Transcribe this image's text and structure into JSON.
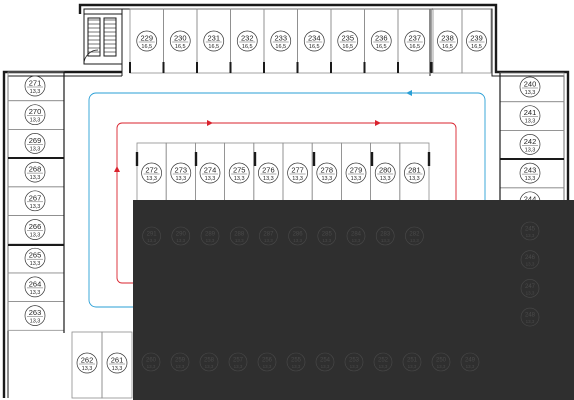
{
  "colors": {
    "wall": "#1a1a1a",
    "cell_line": "#8c8c8c",
    "route_blue": "#2a9fd6",
    "route_red": "#d9232e",
    "overlay": "#2f2f2f",
    "ghost": "#4a4a4a"
  },
  "spots_top": [
    {
      "num": "229",
      "area": "16,5"
    },
    {
      "num": "230",
      "area": "16,5"
    },
    {
      "num": "231",
      "area": "16,5"
    },
    {
      "num": "232",
      "area": "16,5"
    },
    {
      "num": "233",
      "area": "16,5"
    },
    {
      "num": "234",
      "area": "16,5"
    },
    {
      "num": "235",
      "area": "16,5"
    },
    {
      "num": "236",
      "area": "16,5"
    },
    {
      "num": "237",
      "area": "16,5"
    },
    {
      "num": "238",
      "area": "16,5"
    },
    {
      "num": "239",
      "area": "16,5"
    }
  ],
  "spots_left": [
    {
      "num": "271",
      "area": "13,3"
    },
    {
      "num": "270",
      "area": "13,3"
    },
    {
      "num": "269",
      "area": "13,3"
    },
    {
      "num": "268",
      "area": "13,3"
    },
    {
      "num": "267",
      "area": "13,3"
    },
    {
      "num": "266",
      "area": "13,3"
    },
    {
      "num": "265",
      "area": "13,3"
    },
    {
      "num": "264",
      "area": "13,3"
    },
    {
      "num": "263",
      "area": "13,3"
    }
  ],
  "spots_right": [
    {
      "num": "240",
      "area": "13,3"
    },
    {
      "num": "241",
      "area": "13,3"
    },
    {
      "num": "242",
      "area": "13,3"
    },
    {
      "num": "243",
      "area": "13,3"
    },
    {
      "num": "244",
      "area": "13,3"
    }
  ],
  "spots_center": [
    {
      "num": "272",
      "area": "13,3"
    },
    {
      "num": "273",
      "area": "13,3"
    },
    {
      "num": "274",
      "area": "13,3"
    },
    {
      "num": "275",
      "area": "13,3"
    },
    {
      "num": "276",
      "area": "13,3"
    },
    {
      "num": "277",
      "area": "13,3"
    },
    {
      "num": "278",
      "area": "13,3"
    },
    {
      "num": "279",
      "area": "13,3"
    },
    {
      "num": "280",
      "area": "13,3"
    },
    {
      "num": "281",
      "area": "13,3"
    }
  ],
  "spots_bottom_left": [
    {
      "num": "262",
      "area": "13,3"
    },
    {
      "num": "261",
      "area": "13,3"
    }
  ],
  "ghost_center_lower": [
    {
      "num": "291",
      "area": "13,3"
    },
    {
      "num": "290",
      "area": "13,3"
    },
    {
      "num": "289",
      "area": "13,3"
    },
    {
      "num": "288",
      "area": "13,3"
    },
    {
      "num": "287",
      "area": "13,3"
    },
    {
      "num": "286",
      "area": "13,3"
    },
    {
      "num": "285",
      "area": "13,3"
    },
    {
      "num": "284",
      "area": "13,3"
    },
    {
      "num": "283",
      "area": "13,3"
    },
    {
      "num": "282",
      "area": "13,3"
    }
  ],
  "ghost_right": [
    {
      "num": "245",
      "area": "13,3"
    },
    {
      "num": "246",
      "area": "13,3"
    },
    {
      "num": "247",
      "area": "13,3"
    },
    {
      "num": "248",
      "area": "13,3"
    }
  ],
  "ghost_bottom": [
    {
      "num": "260",
      "area": "13,3"
    },
    {
      "num": "259",
      "area": "13,3"
    },
    {
      "num": "258",
      "area": "13,3"
    },
    {
      "num": "257",
      "area": "13,3"
    },
    {
      "num": "256",
      "area": "13,3"
    },
    {
      "num": "255",
      "area": "13,3"
    },
    {
      "num": "254",
      "area": "13,3"
    },
    {
      "num": "253",
      "area": "13,3"
    },
    {
      "num": "252",
      "area": "13,3"
    },
    {
      "num": "251",
      "area": "13,3"
    },
    {
      "num": "250",
      "area": "13,3"
    },
    {
      "num": "249",
      "area": "13,3"
    }
  ]
}
